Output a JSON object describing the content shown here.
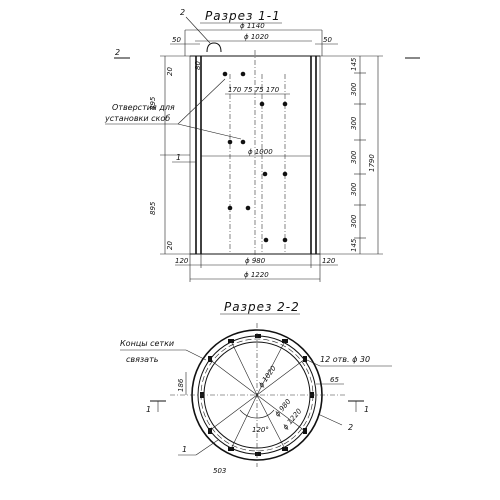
{
  "section_1": {
    "title": "Разрез 1-1",
    "callout_2": "2",
    "callout_1": "1",
    "section_mark": "2",
    "dims": {
      "d1140": "ϕ 1140",
      "d1020": "ϕ 1020",
      "w50_left": "50",
      "w50_right": "50",
      "d1000": "ϕ 1000",
      "d980": "ϕ 980",
      "d1220": "ϕ 1220",
      "left_895_top": "895",
      "left_895_bottom": "895",
      "left_20_top": "20",
      "left_20_bottom": "20",
      "left_80": "80",
      "bottom_120_left": "120",
      "bottom_120_right": "120",
      "holes_row": "170 75 75 170",
      "right": [
        "145",
        "300",
        "300",
        "300",
        "300",
        "300",
        "145"
      ],
      "total_height": "1790"
    },
    "note_line1": "Отверстия для",
    "note_line2": "установки скоб"
  },
  "section_2": {
    "title": "Разрез 2-2",
    "note_line1": "Концы сетки",
    "note_line2": "связать",
    "holes_label": "12 отв. ϕ 30",
    "callout_1": "1",
    "callout_2": "2",
    "section_mark_left": "1",
    "section_mark_right": "1",
    "dims": {
      "d1020": "ϕ 1020",
      "d980": "ϕ 980",
      "d1220": "ϕ 1220",
      "w65": "65",
      "w186": "186",
      "angle": "120°"
    }
  },
  "stamp": "503"
}
